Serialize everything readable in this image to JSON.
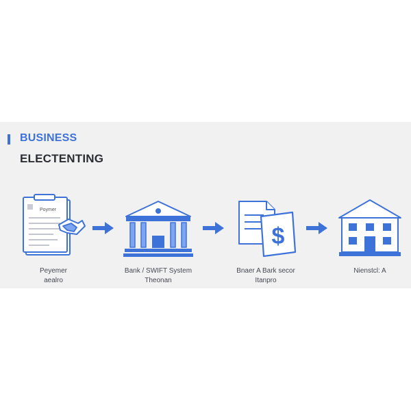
{
  "header": {
    "title_line1": "BUSINESS",
    "title_line2": "ELECTENTING"
  },
  "colors": {
    "accent": "#3d72d9",
    "band": "#f1f1f2",
    "text_dark": "#2b2d33"
  },
  "steps": [
    {
      "icon": "payment-document-icon",
      "doc_label": "Poymer",
      "caption": [
        "Peyemer",
        "aealro"
      ]
    },
    {
      "icon": "bank-building-icon",
      "caption": [
        "Bank / SWIFT System",
        "Theonan"
      ]
    },
    {
      "icon": "dollar-invoice-icon",
      "caption": [
        "Bnaer A Bark secor",
        "Itanpro"
      ]
    },
    {
      "icon": "office-building-icon",
      "caption": [
        "Nienstcl: A"
      ]
    }
  ]
}
